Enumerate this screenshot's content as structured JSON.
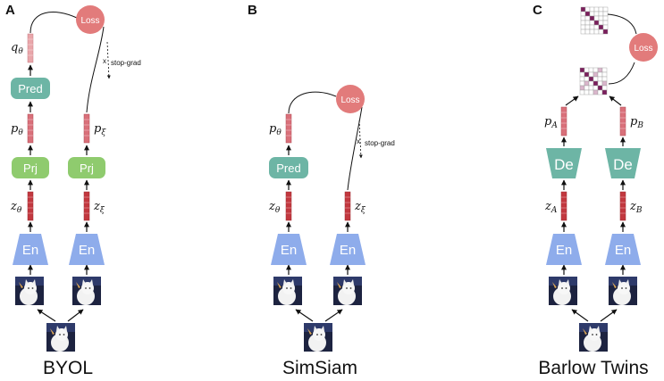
{
  "panels": [
    {
      "letter": "A",
      "title": "BYOL",
      "loss": "Loss",
      "stop_grad": "stop-grad",
      "pred": "Pred",
      "prj": "Prj",
      "en": "En",
      "labels": {
        "q": "q",
        "q_sub": "θ",
        "p_left": "p",
        "p_left_sub": "θ",
        "p_right": "p",
        "p_right_sub": "ξ",
        "z_left": "z",
        "z_left_sub": "θ",
        "z_right": "z",
        "z_right_sub": "ξ"
      }
    },
    {
      "letter": "B",
      "title": "SimSiam",
      "loss": "Loss",
      "stop_grad": "stop-grad",
      "pred": "Pred",
      "en": "En",
      "labels": {
        "p_left": "p",
        "p_left_sub": "θ",
        "z_left": "z",
        "z_left_sub": "θ",
        "z_right": "z",
        "z_right_sub": "ξ"
      }
    },
    {
      "letter": "C",
      "title": "Barlow Twins",
      "loss": "Loss",
      "de": "De",
      "en": "En",
      "labels": {
        "p_left": "p",
        "p_left_sub": "A",
        "p_right": "p",
        "p_right_sub": "B",
        "z_left": "z",
        "z_left_sub": "A",
        "z_right": "z",
        "z_right_sub": "B"
      }
    }
  ],
  "colors": {
    "encoder": "#8EACEB",
    "pred": "#6DB5A5",
    "prj": "#8FCB6E",
    "decoder": "#6DB5A5",
    "loss": "#E27B7B",
    "z_vector": "#C2383F",
    "p_vector": "#D9707A",
    "q_vector": "#E9A6AA",
    "matrix_diag": "#7A1F5C",
    "matrix_light": "#D9B6CB"
  },
  "icons": {
    "cat_image": "cat-photo-icon",
    "arrow": "arrow-up-icon"
  }
}
